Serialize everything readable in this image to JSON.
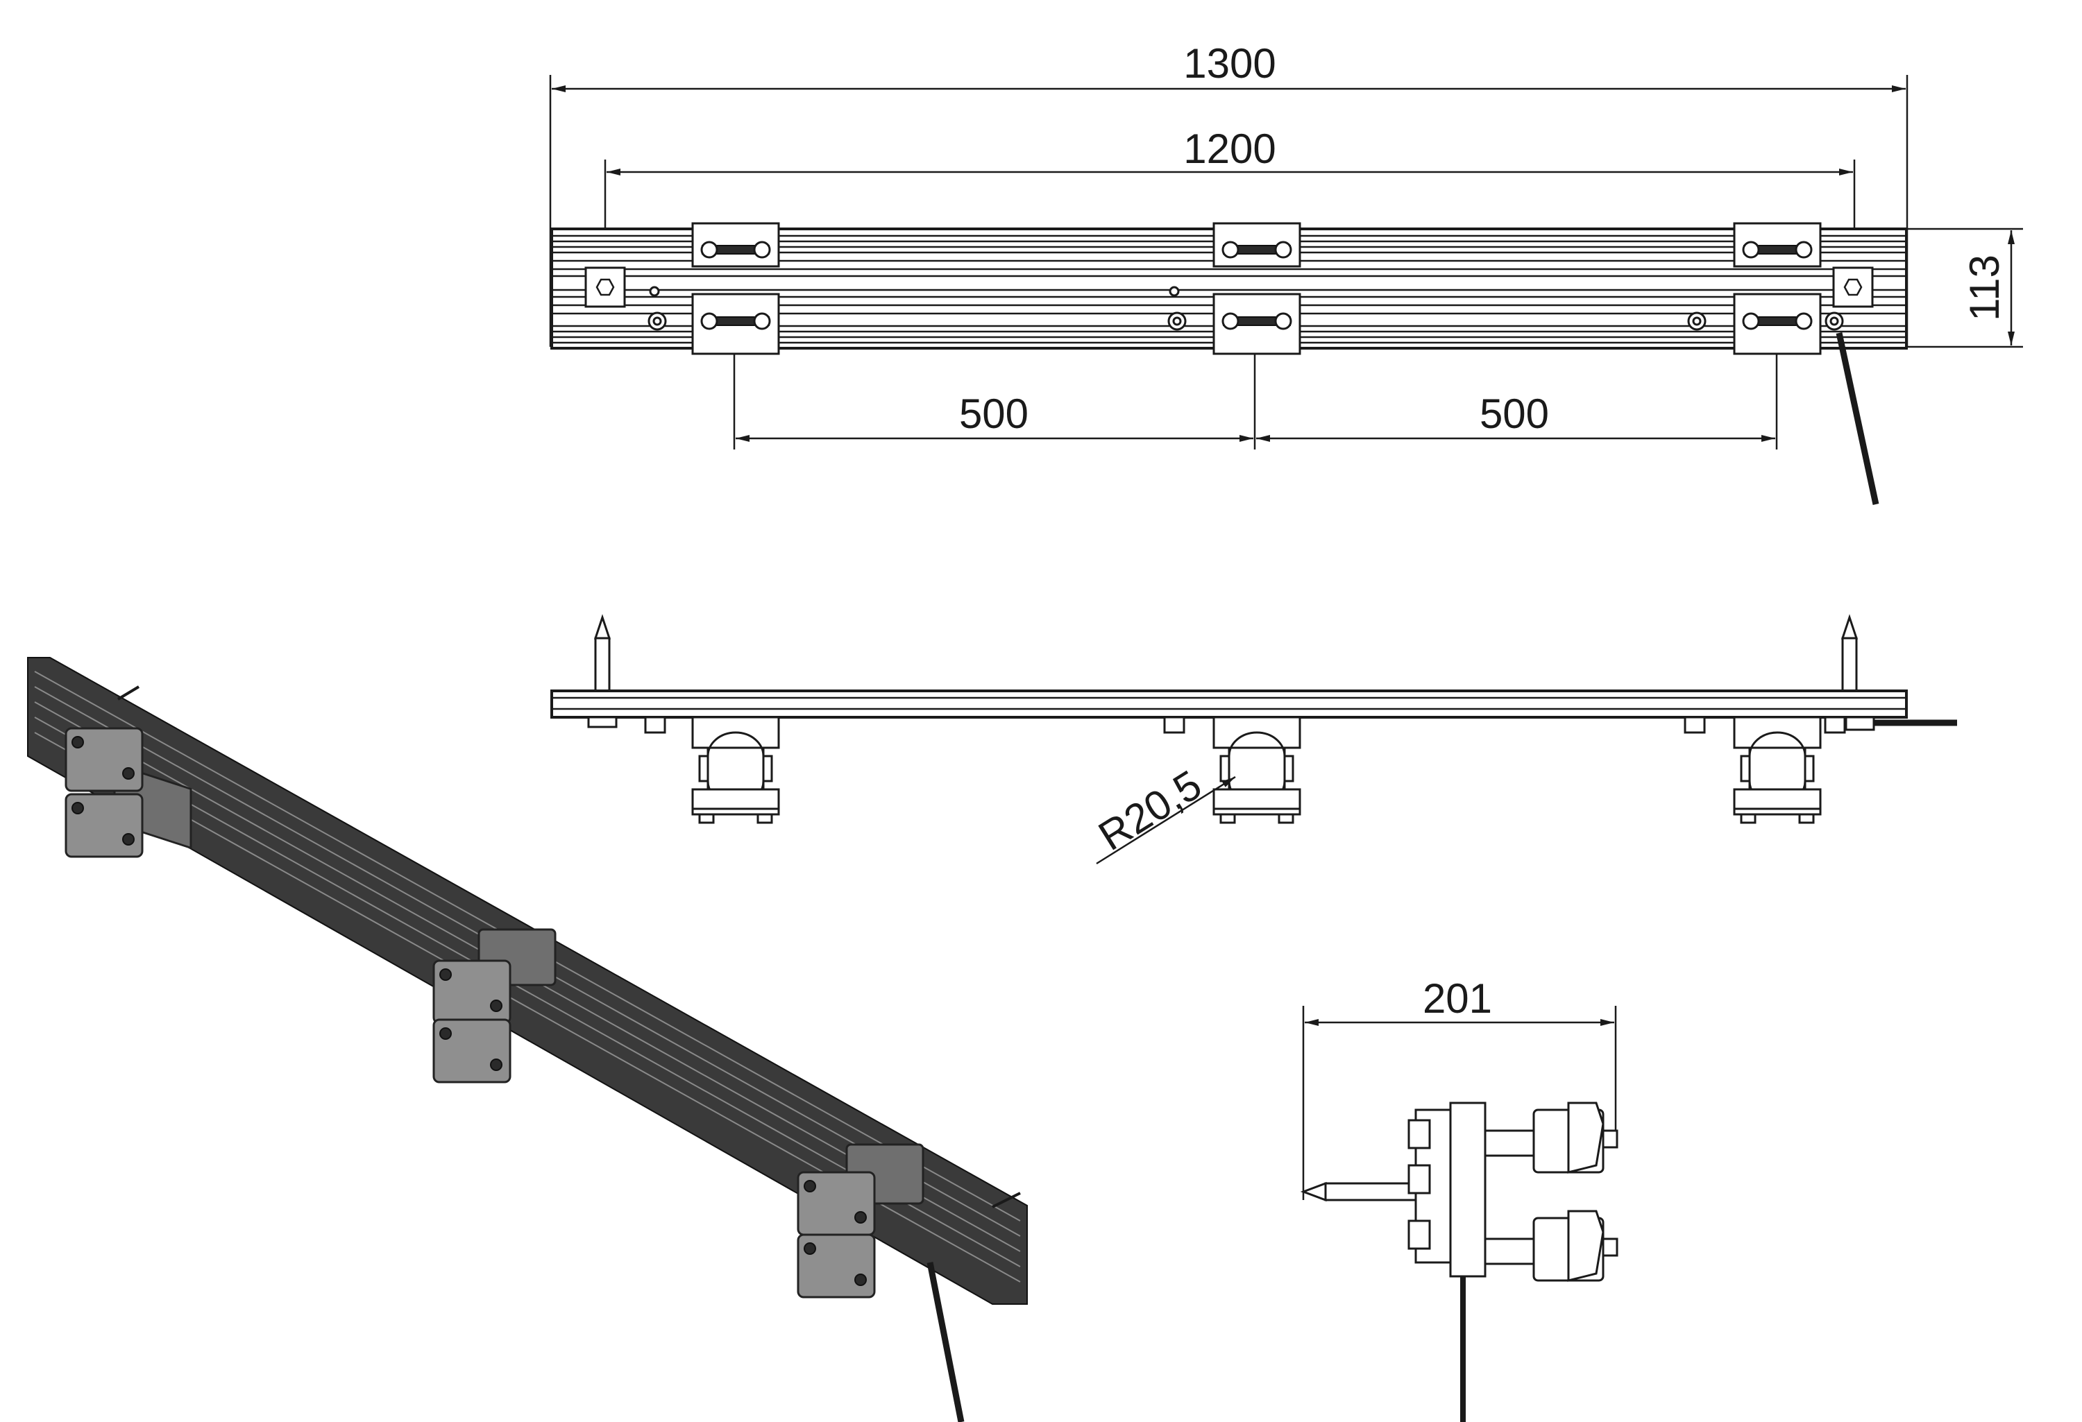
{
  "dimensions": {
    "overall_length": "1300",
    "hole_spacing": "1200",
    "bracket_spacing_left": "500",
    "bracket_spacing_right": "500",
    "profile_height": "113",
    "clamp_radius": "R20,5",
    "side_depth": "201"
  },
  "colors": {
    "line": "#1a1a1a",
    "clamp_grey": "#8f8f8f",
    "rail_dark": "#2a2a2a"
  }
}
